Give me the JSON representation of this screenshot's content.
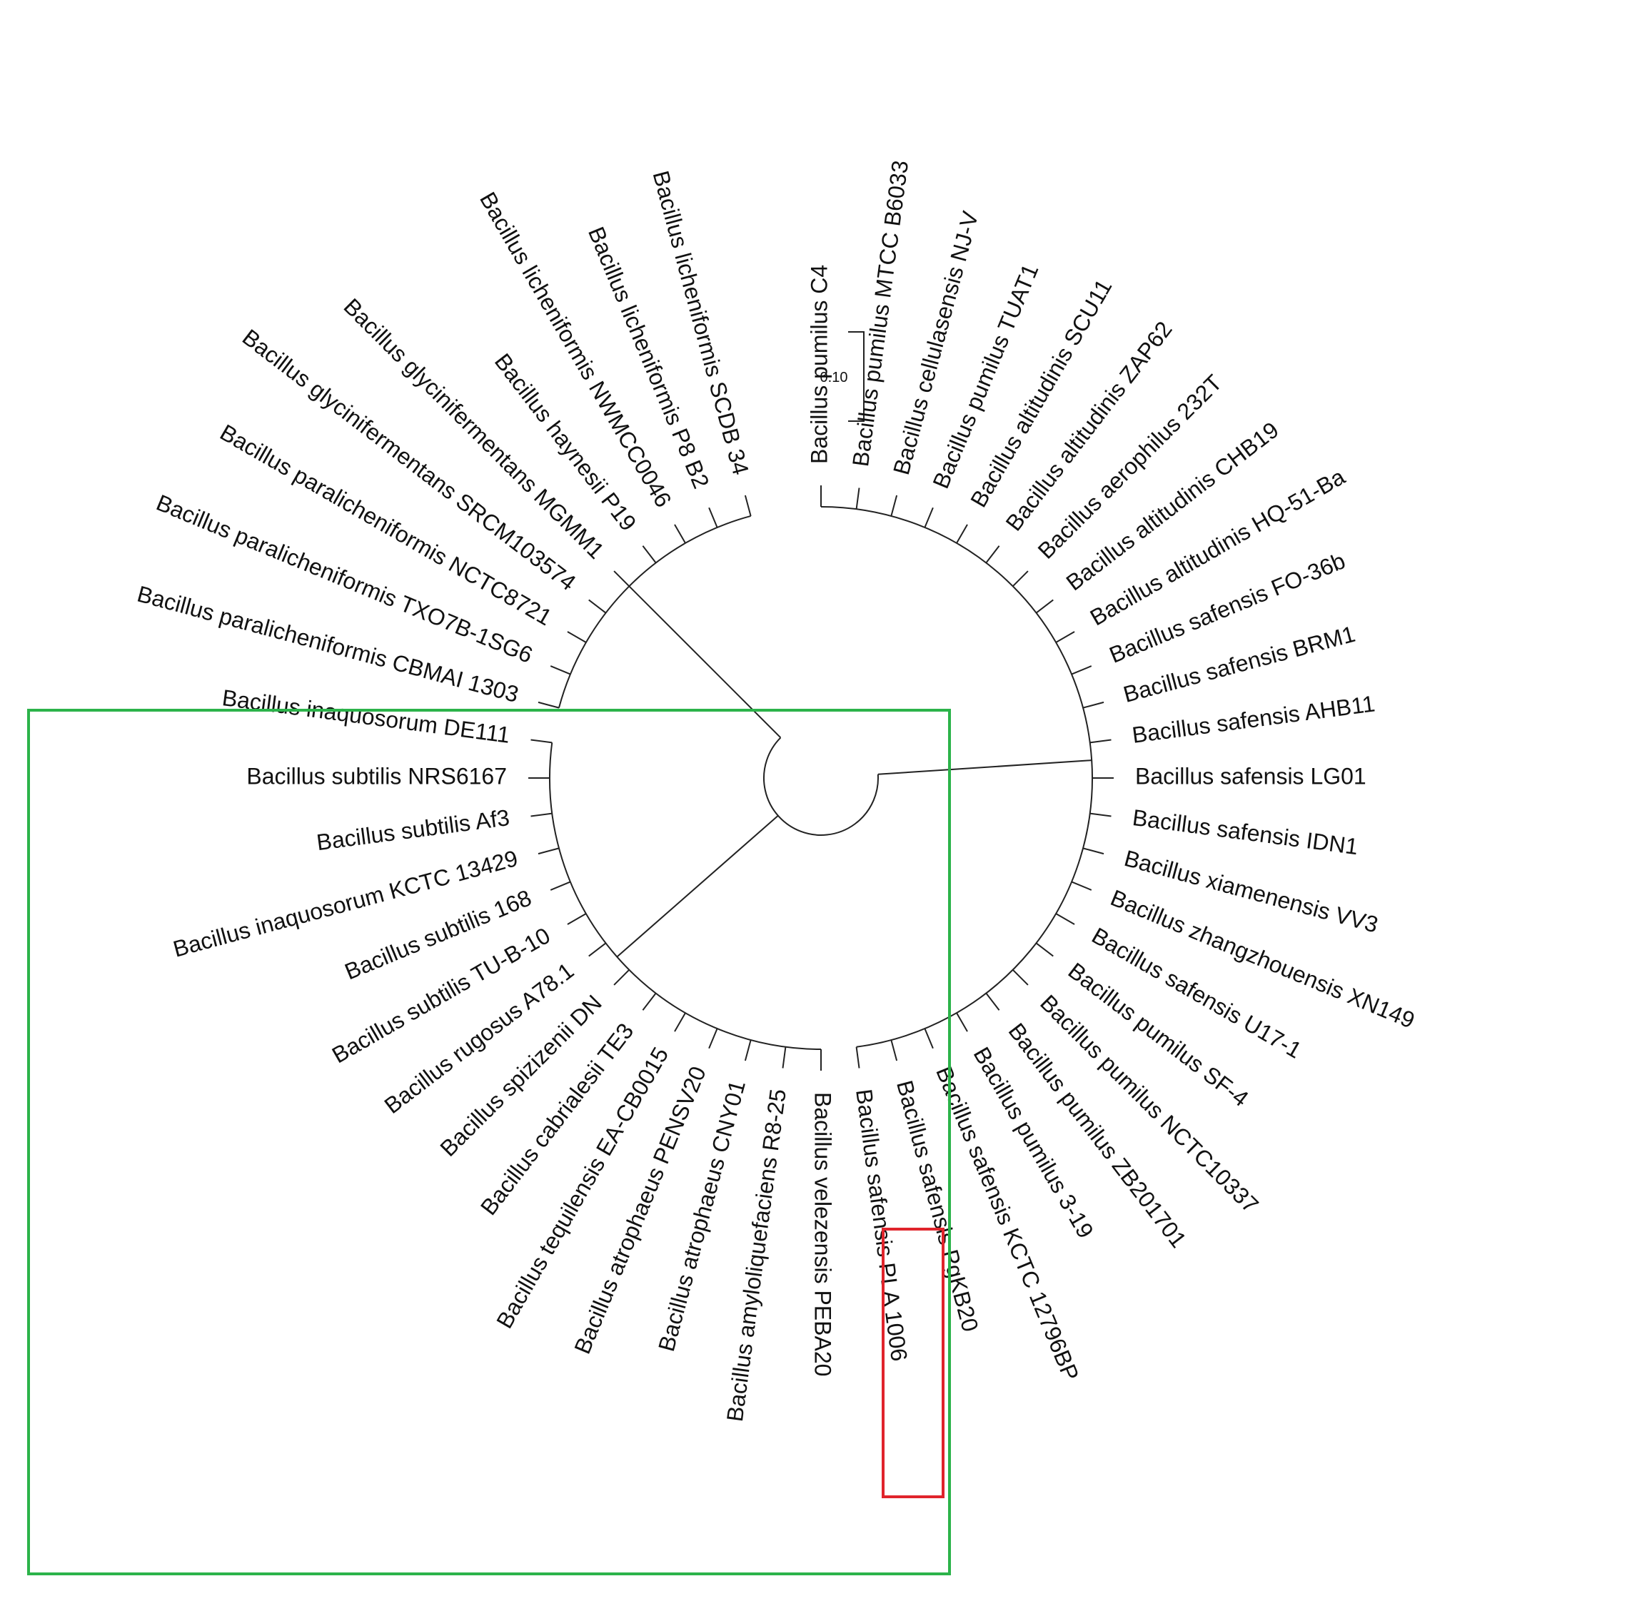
{
  "figure": {
    "scale_bar_label": "0.10",
    "colors": {
      "branch": "#222222",
      "group_box": "#2cb34a",
      "highlight_box": "#e0242c",
      "background": "#ffffff"
    }
  },
  "leaves": [
    "Bacillus pumilus C4",
    "Bacillus pumilus MTCC B6033",
    "Bacillus cellulasensis NJ-V",
    "Bacillus pumilus TUAT1",
    "Bacillus altitudinis SCU11",
    "Bacillus altitudinis ZAP62",
    "Bacillus aerophilus 232T",
    "Bacillus altitudinis CHB19",
    "Bacillus altitudinis HQ-51-Ba",
    "Bacillus safensis FO-36b",
    "Bacillus safensis BRM1",
    "Bacillus safensis AHB11",
    "Bacillus safensis LG01",
    "Bacillus safensis IDN1",
    "Bacillus xiamenensis VV3",
    "Bacillus zhangzhouensis XN149",
    "Bacillus safensis U17-1",
    "Bacillus pumilus SF-4",
    "Bacillus pumilus NCTC10337",
    "Bacillus pumilus ZB201701",
    "Bacillus pumilus 3-19",
    "Bacillus safensis KCTC 12796BP",
    "Bacillus safensis PgKB20",
    "Bacillus safensis PLA 1006",
    "Bacillus velezensis PEBA20",
    "Bacillus amyloliquefaciens R8-25",
    "Bacillus atrophaeus CNY01",
    "Bacillus atrophaeus PENSV20",
    "Bacillus tequilensis EA-CB0015",
    "Bacillus cabrialesii TE3",
    "Bacillus spizizenii DN",
    "Bacillus rugosus A78.1",
    "Bacillus subtilis TU-B-10",
    "Bacillus subtilis 168",
    "Bacillus inaquosorum KCTC 13429",
    "Bacillus subtilis Af3",
    "Bacillus subtilis NRS6167",
    "Bacillus inaquosorum DE111",
    "Bacillus paralicheniformis CBMAI 1303",
    "Bacillus paralicheniformis TXO7B-1SG6",
    "Bacillus paralicheniformis NCTC8721",
    "Bacillus glycinifermentans SRCM103574",
    "Bacillus glycinifermentans MGMM1",
    "Bacillus haynesii P19",
    "Bacillus licheniformis NWMCC0046",
    "Bacillus licheniformis P8 B2",
    "Bacillus licheniformis SCDB 34"
  ]
}
